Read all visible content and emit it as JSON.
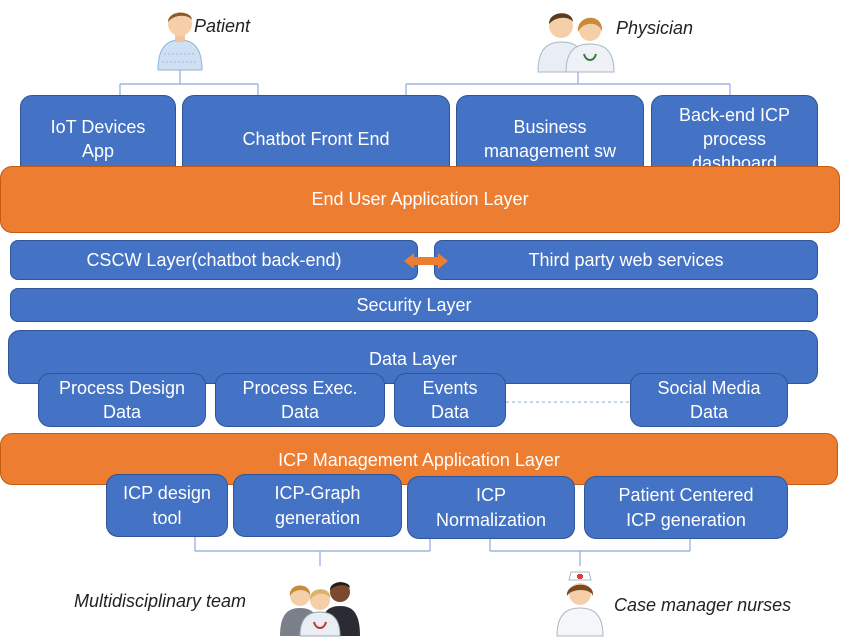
{
  "actors": {
    "patient": "Patient",
    "physician": "Physician",
    "team": "Multidisciplinary team",
    "nurses": "Case manager nurses"
  },
  "top_apps": [
    {
      "label": "IoT Devices\nApp"
    },
    {
      "label": "Chatbot Front End"
    },
    {
      "label": "Business\nmanagement sw"
    },
    {
      "label": "Back-end ICP\nprocess\ndashboard"
    }
  ],
  "layers": {
    "end_user": "End User Application Layer",
    "cscw": "CSCW Layer(chatbot back-end)",
    "third_party": "Third party web services",
    "security": "Security Layer",
    "data": "Data Layer",
    "icp_management": "ICP Management Application Layer"
  },
  "data_stores": [
    {
      "label": "Process Design\nData"
    },
    {
      "label": "Process Exec.\nData"
    },
    {
      "label": "Events\nData"
    },
    {
      "label": "Social Media\nData"
    }
  ],
  "icp_tools": [
    {
      "label": "ICP design\ntool"
    },
    {
      "label": "ICP-Graph\ngeneration"
    },
    {
      "label": "ICP\nNormalization"
    },
    {
      "label": "Patient Centered\nICP generation"
    }
  ],
  "colors": {
    "blue_box": "#4472c4",
    "orange_layer": "#ed7d31",
    "arrow": "#ed7d31"
  }
}
